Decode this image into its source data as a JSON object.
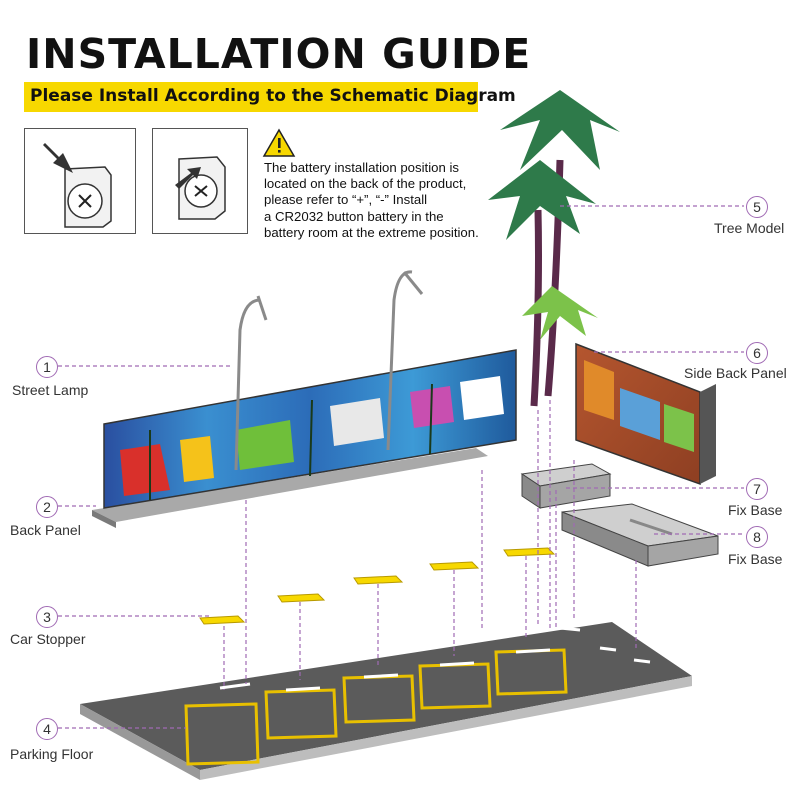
{
  "header": {
    "title": "INSTALLATION GUIDE",
    "subtitle": "Please Install According to the Schematic Diagram"
  },
  "battery_note": {
    "lines": [
      "The battery installation position is",
      "located on the back of the product,",
      "please refer to  “+”, “-” Install",
      "a CR2032 button battery in the",
      "battery room at the extreme position."
    ],
    "icons": [
      "battery-insert-icon",
      "battery-press-icon",
      "warning-icon"
    ]
  },
  "parts": [
    {
      "number": "1",
      "label": "Street Lamp"
    },
    {
      "number": "2",
      "label": "Back Panel"
    },
    {
      "number": "3",
      "label": "Car Stopper"
    },
    {
      "number": "4",
      "label": "Parking Floor"
    },
    {
      "number": "5",
      "label": "Tree Model"
    },
    {
      "number": "6",
      "label": "Side Back Panel"
    },
    {
      "number": "7",
      "label": "Fix Base"
    },
    {
      "number": "8",
      "label": "Fix Base"
    }
  ],
  "colors": {
    "accent_yellow": "#f7d800",
    "leader_purple": "#a06ab4",
    "floor_gray": "#5b5b5b",
    "parking_line": "#e8c000"
  }
}
